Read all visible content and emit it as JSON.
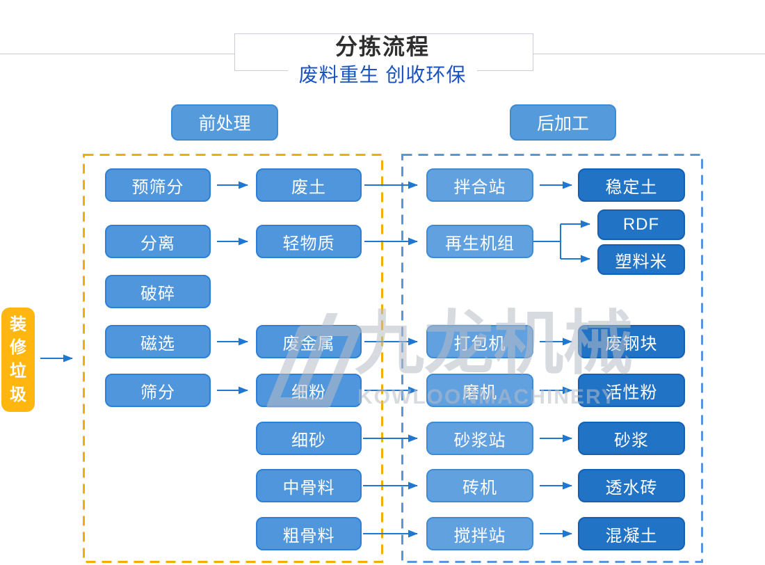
{
  "header": {
    "title": "分拣流程",
    "subtitle": "废料重生 创收环保"
  },
  "groups": {
    "pre_label": "前处理",
    "post_label": "后加工"
  },
  "source_label": "装修垃圾",
  "watermark": {
    "cn": "九龙机械",
    "en": "KOWLOONMACHINERY"
  },
  "flow": {
    "r1": {
      "c1": "预筛分",
      "c2": "废土",
      "c3": "拌合站",
      "c4": "稳定土"
    },
    "r2": {
      "c1": "分离",
      "c2": "轻物质",
      "c3": "再生机组",
      "c4a": "RDF",
      "c4b": "塑料米"
    },
    "r3": {
      "c1": "破碎"
    },
    "r4": {
      "c1": "磁选",
      "c2": "废金属",
      "c3": "打包机",
      "c4": "废钢块"
    },
    "r5": {
      "c1": "筛分",
      "c2": "细粉",
      "c3": "磨机",
      "c4": "活性粉"
    },
    "r6": {
      "c2": "细砂",
      "c3": "砂浆站",
      "c4": "砂浆"
    },
    "r7": {
      "c2": "中骨料",
      "c3": "砖机",
      "c4": "透水砖"
    },
    "r8": {
      "c2": "粗骨料",
      "c3": "搅拌站",
      "c4": "混凝土"
    }
  },
  "colors": {
    "arrow_blue": "#1E78D2",
    "box_left_fill": "#4F96DC",
    "box_mid_fill": "#62A1E0",
    "box_output_fill": "#2173C6",
    "dash_yellow": "#F2AE00",
    "dash_blue": "#5895DB",
    "source_yellow": "#FFB60F",
    "subtitle_blue": "#1A53C0"
  }
}
